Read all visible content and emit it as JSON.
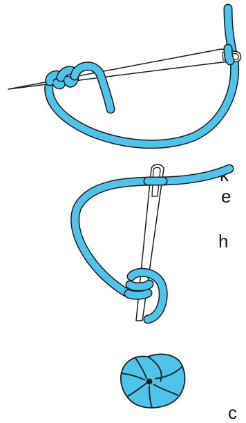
{
  "colors": {
    "thread": "#4fc3ea",
    "outline": "#1a1a1a",
    "background": "#ffffff"
  },
  "clipped_text": {
    "fragment_1": "k",
    "fragment_2": "e",
    "fragment_3": "h",
    "fragment_4": "c"
  },
  "panels": [
    {
      "name": "step-1-wrap-thread-around-needle",
      "icon": "needle-with-thread-wraps-icon"
    },
    {
      "name": "step-2-pull-needle-through",
      "icon": "needle-pulled-through-wraps-icon"
    },
    {
      "name": "step-3-finished-rose",
      "icon": "coiled-rose-knot-icon"
    }
  ]
}
